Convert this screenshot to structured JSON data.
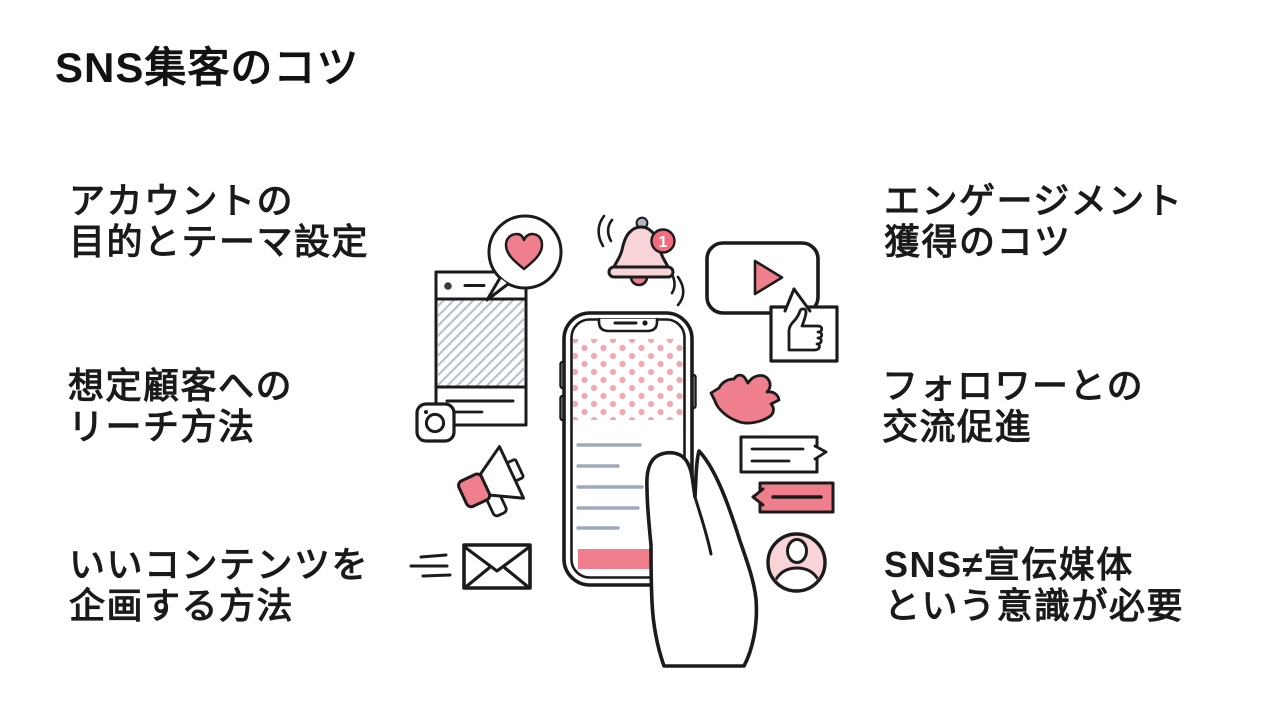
{
  "slide": {
    "title": "SNS集客のコツ",
    "background": "#ffffff",
    "text_color": "#1a1a1a"
  },
  "points": {
    "left": [
      "アカウントの\n目的とテーマ設定",
      "想定顧客への\nリーチ方法",
      "いいコンテンツを\n企画する方法"
    ],
    "right": [
      "エンゲージメント\n獲得のコツ",
      "フォロワーとの\n交流促進",
      "SNS≠宣伝媒体\nという意識が必要"
    ]
  },
  "illustration": {
    "notification_badge_count": "1",
    "icons": [
      "browser-post-window-icon",
      "heart-speech-bubble-icon",
      "notification-bell-icon",
      "video-player-icon",
      "thumbs-up-bubble-icon",
      "bird-icon",
      "chat-bubble-outline-icon",
      "chat-bubble-filled-icon",
      "user-avatar-icon",
      "camera-icon",
      "megaphone-icon",
      "envelope-icon",
      "smartphone-icon",
      "hand-holding-phone"
    ],
    "colors": {
      "accent_pink": "#ef7f8d",
      "light_pink": "#f8d3d8",
      "badge_red": "#f26c7c",
      "dot_pink": "#f3a8b1",
      "screen_line_gray": "#9fa9bc",
      "hatch_blue": "#b3c0d0",
      "ink": "#1b1b1b"
    }
  }
}
